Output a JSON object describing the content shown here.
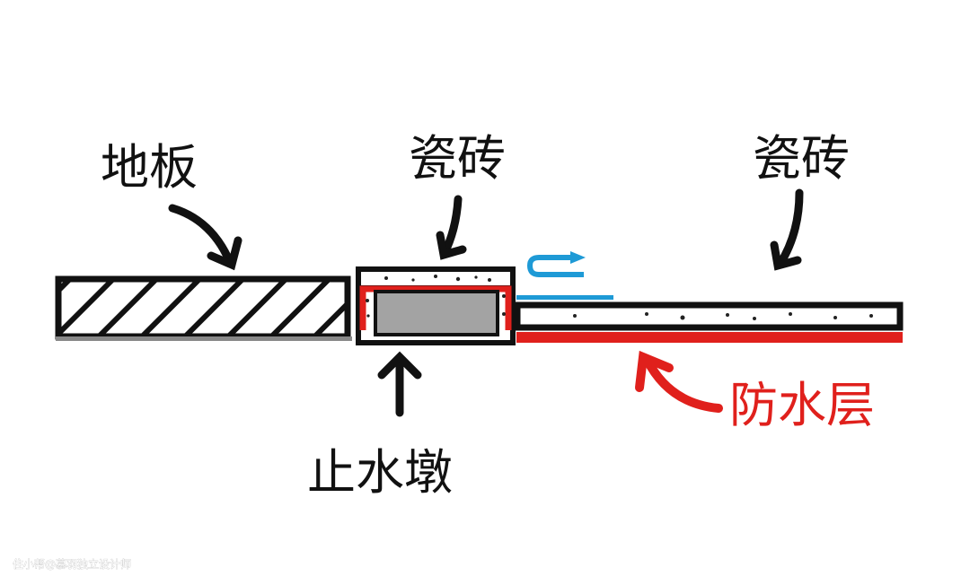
{
  "labels": {
    "floor": "地板",
    "tile_curb": "瓷砖",
    "tile_right": "瓷砖",
    "curb": "止水墩",
    "waterproof": "防水层"
  },
  "watermark": "住小帮@慕羽独立设计师",
  "colors": {
    "waterproof": "#e0201c",
    "water_flow": "#1e9ad6",
    "curb_core": "#a3a3a3",
    "outline": "#111111"
  }
}
